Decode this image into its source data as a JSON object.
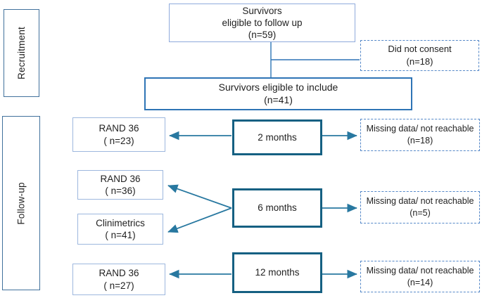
{
  "labels": {
    "recruitment": "Recruitment",
    "followup": "Follow-up"
  },
  "boxes": {
    "survivors_followup": {
      "line1": "Survivors",
      "line2": "eligible to follow up",
      "line3": "(n=59)"
    },
    "did_not_consent": {
      "line1": "Did not consent",
      "line2": "(n=18)"
    },
    "eligible_include": {
      "line1": "Survivors eligible to include",
      "line2": "(n=41)"
    },
    "rand36_2m": {
      "line1": "RAND 36",
      "line2": "( n=23)"
    },
    "months_2": {
      "label": "2 months"
    },
    "missing_2m": {
      "line1": "Missing data/ not reachable",
      "line2": "(n=18)"
    },
    "rand36_6m": {
      "line1": "RAND 36",
      "line2": "( n=36)"
    },
    "clinimetrics_6m": {
      "line1": "Clinimetrics",
      "line2": "( n=41)"
    },
    "months_6": {
      "label": "6 months"
    },
    "missing_6m": {
      "line1": "Missing data/ not reachable",
      "line2": "(n=5)"
    },
    "rand36_12m": {
      "line1": "RAND 36",
      "line2": "( n=27)"
    },
    "months_12": {
      "label": "12 months"
    },
    "missing_12m": {
      "line1": "Missing data/ not reachable",
      "line2": "(n=14)"
    }
  },
  "colors": {
    "top_box_border": "#8faadc",
    "outcome_box_border": "#9db7de",
    "include_box_border": "#2e74b5",
    "month_box_border": "#156082",
    "dashed_box_border": "#5588c8",
    "arrow": "#2878a0",
    "connector_line": "#2e74b5",
    "section_border": "#41719c",
    "text": "#1f1f1f"
  }
}
